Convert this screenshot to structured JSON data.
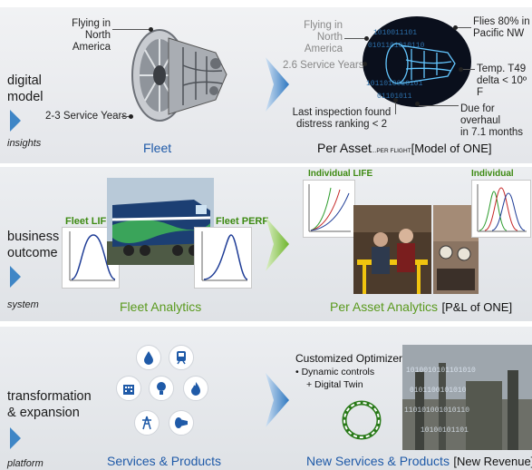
{
  "rows": [
    {
      "side_label": "digital\nmodel",
      "sub_label": "insights",
      "left_caption": "Fleet",
      "right_caption_main": "Per Asset",
      "right_caption_small": "...PER FLIGHT",
      "right_caption_tail": "[Model of ONE]",
      "callouts": {
        "flying_left": "Flying in\nNorth America",
        "service_left": "2-3 Service Years",
        "flying_right": "Flying in\nNorth America",
        "service_right": "2.6 Service Years",
        "flies": "Flies 80% in\nPacific NW",
        "temp": "Temp. T49\ndelta < 10º F",
        "inspection": "Last inspection found\ndistress ranking < 2",
        "overhaul": "Due for overhaul\nin 7.1 months"
      }
    },
    {
      "side_label": "business\noutcome",
      "sub_label": "system",
      "left_caption": "Fleet Analytics",
      "right_caption_main": "Per Asset Analytics",
      "right_caption_tail": "[P&L of ONE]",
      "chart_labels": {
        "fleet_life": "Fleet LIFE",
        "fleet_perf": "Fleet PERF.",
        "indiv_life": "Individual LIFE",
        "indiv_perf": "Individual PERF."
      }
    },
    {
      "side_label": "transformation\n& expansion",
      "sub_label": "platform",
      "left_caption": "Services & Products",
      "right_caption_main": "New Services & Products",
      "right_caption_tail": "[New Revenue]",
      "optimizer_title": "Customized Optimizers",
      "optimizer_b1": "• Dynamic controls",
      "optimizer_b2": "+ Digital Twin",
      "icons": [
        "water-drop-icon",
        "train-icon",
        "building-icon",
        "lightbulb-icon",
        "flame-icon",
        "power-tower-icon",
        "engine-icon"
      ]
    }
  ],
  "colors": {
    "blue": "#1f5aa8",
    "green": "#5a9a1e",
    "chevron": "#3f86c6"
  }
}
